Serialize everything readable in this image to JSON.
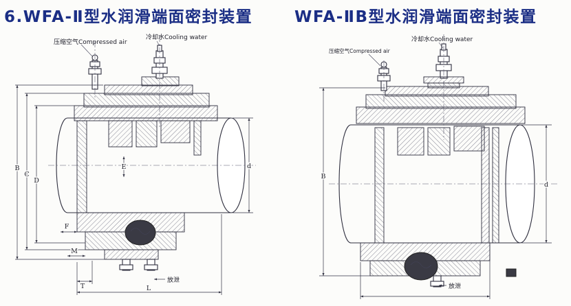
{
  "titles": {
    "left": "6.WFA-Ⅱ型水润滑端面密封装置",
    "right": "WFA-ⅡB型水润滑端面密封装置"
  },
  "left": {
    "compressed_air": "压缩空气Compressed air",
    "cooling_water": "冷却水Cooling water",
    "dim_B": "B",
    "dim_C": "C",
    "dim_D": "D",
    "dim_d": "d",
    "dim_E": "E",
    "dim_F": "F",
    "dim_M": "M",
    "dim_T": "T",
    "dim_L": "L",
    "drain": "放泄"
  },
  "right": {
    "compressed_air": "压缩空气Compressed air",
    "cooling_water": "冷却水Cooling water",
    "dim_B": "B",
    "dim_d": "d",
    "drain": "放泄"
  },
  "colors": {
    "title": "#1b2e85",
    "line": "#2e2e3e"
  }
}
